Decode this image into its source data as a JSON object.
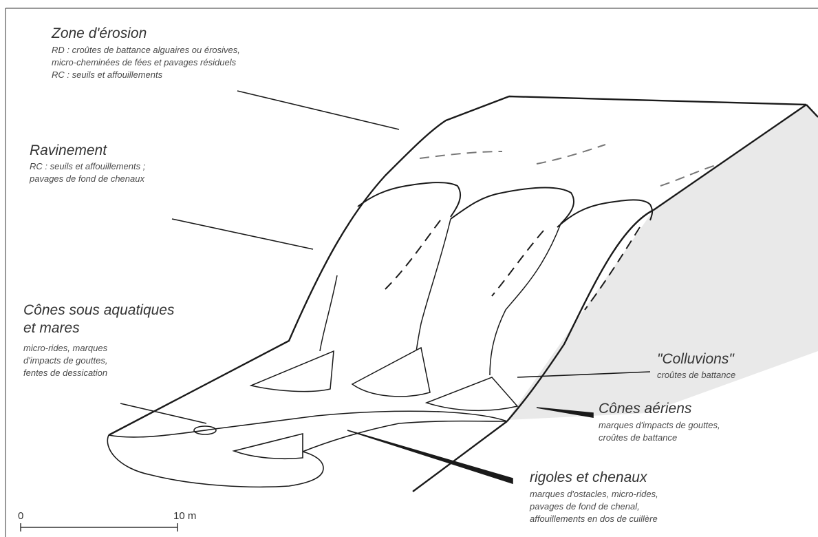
{
  "labels": {
    "zone_erosion": {
      "title": "Zone d'érosion",
      "lines": [
        "RD : croûtes de battance alguaires ou érosives,",
        "micro-cheminées de fées et pavages résiduels",
        "RC : seuils et affouillements"
      ]
    },
    "ravinement": {
      "title": "Ravinement",
      "lines": [
        "RC : seuils et affouillements ;",
        "pavages de fond de chenaux"
      ]
    },
    "cones_sous_aquatiques": {
      "title_lines": [
        "Cônes sous aquatiques",
        "et mares"
      ],
      "lines": [
        "micro-rides, marques",
        "d'impacts de gouttes,",
        "fentes de dessication"
      ]
    },
    "colluvions": {
      "title": "\"Colluvions\"",
      "lines": [
        "croûtes de battance"
      ]
    },
    "cones_aeriens": {
      "title": "Cônes aériens",
      "lines": [
        "marques d'impacts de gouttes,",
        "croûtes de battance"
      ]
    },
    "rigoles": {
      "title": "rigoles et chenaux",
      "lines": [
        "marques d'ostacles, micro-rides,",
        "pavages de fond de chenal,",
        "affouillements en dos de cuillère"
      ]
    }
  },
  "scale_bar": {
    "start": "0",
    "end": "10 m"
  },
  "colors": {
    "line": "#1a1a1a",
    "face": "#e9e9e9",
    "text": "#3a3a3a"
  }
}
